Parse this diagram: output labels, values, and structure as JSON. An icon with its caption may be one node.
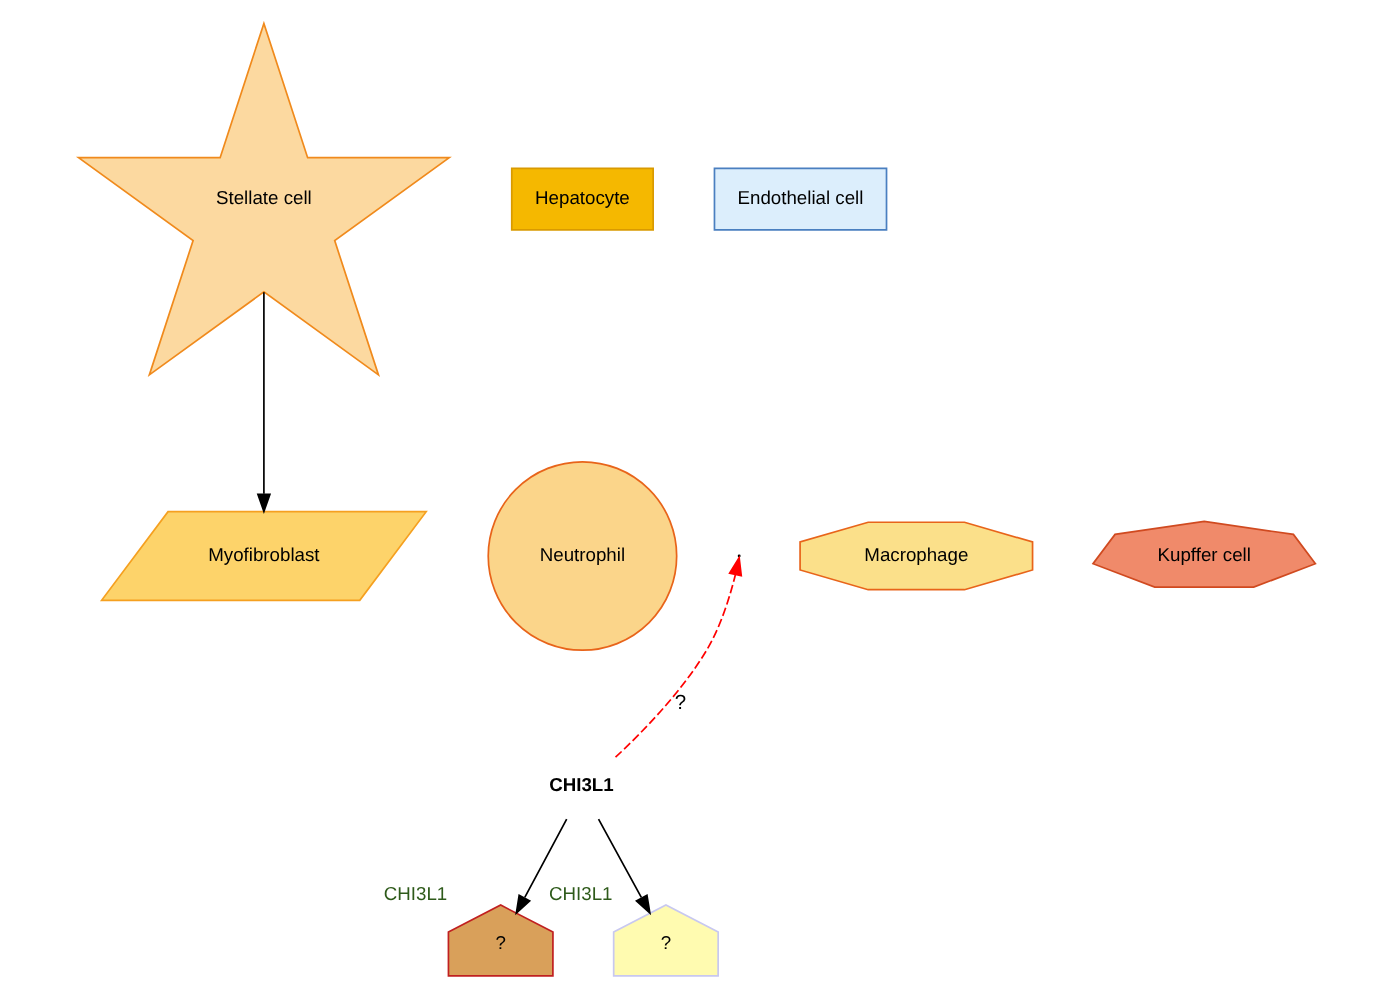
{
  "diagram": {
    "nodes": [
      {
        "text": [
          "Stellate cell"
        ]
      },
      {
        "text": [
          "Hepatocyte"
        ]
      },
      {
        "text": [
          "Endothelial cell"
        ]
      },
      {
        "text": [
          "Macrophage"
        ]
      },
      {
        "text": [
          "Neutrophil"
        ]
      },
      {
        "text": [
          "Kupffer cell"
        ]
      },
      {
        "text": [
          "Myofibroblast"
        ]
      },
      {
        "text": [
          "CHI3L1"
        ]
      },
      {
        "text": [
          "?"
        ],
        "beside": [
          "CHI3L1"
        ]
      },
      {
        "text": [
          "?"
        ],
        "beside": [
          "CHI3L1"
        ]
      }
    ],
    "edges": [
      {
        "from": 0,
        "to": 6,
        "arrow": "to"
      },
      {
        "from": 7,
        "to": null,
        "arrow": "to",
        "label": "?",
        "style": "dashed",
        "color": "#ff0000"
      },
      {
        "from": 7,
        "to": 8,
        "arrow": "to"
      },
      {
        "from": 7,
        "to": 9,
        "arrow": "to"
      }
    ]
  }
}
